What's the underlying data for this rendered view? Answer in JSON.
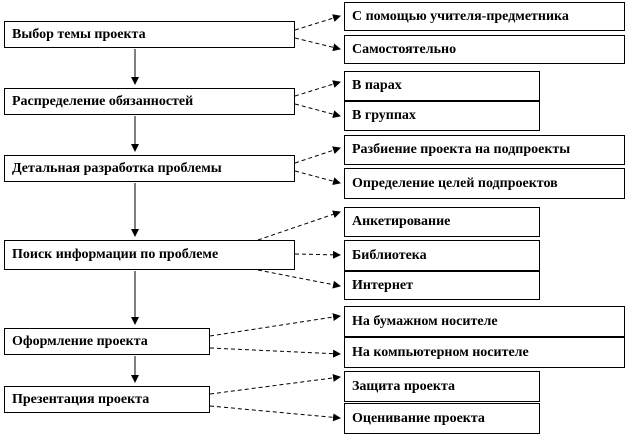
{
  "stages": [
    {
      "label": "Выбор темы проекта",
      "options": [
        "С помощью учителя-предметника",
        "Самостоятельно"
      ]
    },
    {
      "label": "Распределение обязанностей",
      "options": [
        "В парах",
        "В группах"
      ]
    },
    {
      "label": "Детальная разработка проблемы",
      "options": [
        "Разбиение проекта на подпроекты",
        "Определение целей подпроектов"
      ]
    },
    {
      "label": "Поиск информации по проблеме",
      "options": [
        "Анкетирование",
        "Библиотека",
        "Интернет"
      ]
    },
    {
      "label": "Оформление проекта",
      "options": [
        "На бумажном носителе",
        "На компьютерном носителе"
      ]
    },
    {
      "label": "Презентация проекта",
      "options": [
        "Защита проекта",
        "Оценивание проекта"
      ]
    }
  ]
}
